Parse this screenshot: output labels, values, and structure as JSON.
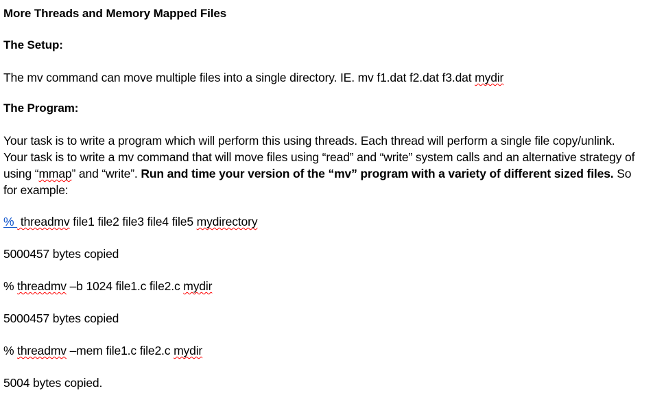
{
  "document": {
    "title": "More Threads and Memory Mapped Files",
    "blocks": [
      {
        "name": "doc-title",
        "type": "heading",
        "text": "More Threads and Memory Mapped Files"
      },
      {
        "name": "heading-setup",
        "type": "heading",
        "text": "The Setup:"
      },
      {
        "name": "paragraph-setup",
        "type": "paragraph",
        "text_plain": "The mv command can move multiple files into a single directory.   IE.    mv f1.dat f2.dat f3.dat mydir",
        "runs": {
          "lead": "The mv command can move multiple files into a single directory.   IE.    mv f1.dat f2.dat f3.dat ",
          "misspelled": "mydir"
        }
      },
      {
        "name": "heading-program",
        "type": "heading",
        "text": "The Program:"
      },
      {
        "name": "paragraph-program",
        "type": "paragraph",
        "text_plain": "Your task is to write a program which will perform this using threads.  Each thread will perform a single file copy/unlink.  Your task is to write a mv command that will move files using “read” and “write” system calls and an alternative strategy of using “mmap” and “write”.    Run and time your version of the “mv” program with a variety of different sized files.    So for example:",
        "runs": {
          "part1": "Your task is to write a program which will perform this using threads.  Each thread will perform a single file copy/unlink.  Your task is to write a mv command that will move files using “read” and “write” system calls and an alternative strategy of using “",
          "misspelled": "mmap",
          "part2": "” and “write”.    ",
          "bold": "Run and time your version of the “mv” program with a variety of different sized files.",
          "part3": "    So for example:"
        }
      },
      {
        "name": "command-line-1",
        "type": "command",
        "text_plain": "%  threadmv file1 file2 file3 file4 file5 mydirectory",
        "runs": {
          "prompt_link": "% ",
          "misspelled_cmd": " threadmv",
          "args": " file1 file2 file3 file4 file5 ",
          "misspelled_dir": "mydirectory"
        }
      },
      {
        "name": "output-line-1",
        "type": "output",
        "text": "5000457 bytes copied"
      },
      {
        "name": "command-line-2",
        "type": "command",
        "text_plain": "% threadmv –b 1024 file1.c file2.c mydir",
        "runs": {
          "prompt": "% ",
          "misspelled_cmd": "threadmv",
          "args": " –b 1024 file1.c file2.c ",
          "misspelled_dir": "mydir"
        }
      },
      {
        "name": "output-line-2",
        "type": "output",
        "text": "5000457 bytes copied"
      },
      {
        "name": "command-line-3",
        "type": "command",
        "text_plain": "% threadmv –mem file1.c file2.c mydir",
        "runs": {
          "prompt": "% ",
          "misspelled_cmd": "threadmv",
          "args": " –mem file1.c file2.c ",
          "misspelled_dir": "mydir"
        }
      },
      {
        "name": "output-line-3",
        "type": "output",
        "text": "5004 bytes copied."
      }
    ]
  },
  "colors": {
    "background": "#FFFFFF",
    "text": "#000000",
    "hyperlink": "#1155CC",
    "spellcheck_underline": "#FF0000"
  }
}
